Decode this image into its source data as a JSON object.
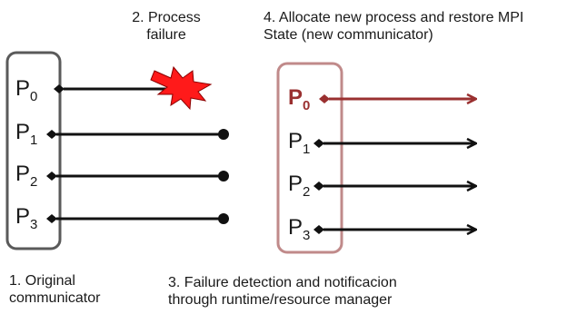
{
  "annotations": {
    "step2_line1": "2. Process",
    "step2_line2": "failure",
    "step4_line1": "4. Allocate new process and restore MPI",
    "step4_line2": "State (new communicator)",
    "step1_line1": "1. Original",
    "step1_line2": "communicator",
    "step3_line1": "3. Failure detection and notificacion",
    "step3_line2": "through runtime/resource manager"
  },
  "original_communicator": {
    "processes": [
      {
        "letter": "P",
        "index": "0",
        "state": "failed"
      },
      {
        "letter": "P",
        "index": "1",
        "state": "alive"
      },
      {
        "letter": "P",
        "index": "2",
        "state": "alive"
      },
      {
        "letter": "P",
        "index": "3",
        "state": "alive"
      }
    ]
  },
  "new_communicator": {
    "processes": [
      {
        "letter": "P",
        "index": "0",
        "state": "new"
      },
      {
        "letter": "P",
        "index": "1",
        "state": "restored"
      },
      {
        "letter": "P",
        "index": "2",
        "state": "restored"
      },
      {
        "letter": "P",
        "index": "3",
        "state": "restored"
      }
    ]
  },
  "colors": {
    "box_left": "#5a5a5a",
    "box_right": "#c08a8a",
    "new_process": "#9a3030",
    "explosion": "#ff1a1a"
  }
}
